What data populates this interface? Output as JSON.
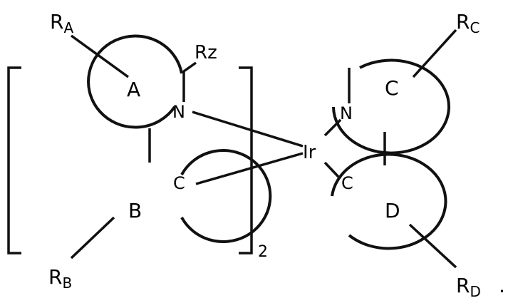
{
  "structure": {
    "rings": {
      "a": "A",
      "b": "B",
      "c": "C",
      "d": "D"
    },
    "atoms": {
      "n_left": "N",
      "c_left": "C",
      "n_right": "N",
      "c_right": "C",
      "metal": "Ir"
    },
    "substituents": {
      "ra_main": "R",
      "ra_sub": "A",
      "rz": "Rz",
      "rb_main": "R",
      "rb_sub": "B",
      "rc_main": "R",
      "rc_sub": "C",
      "rd_main": "R",
      "rd_sub": "D"
    },
    "bracket_subscript": "2",
    "trailing_period": "."
  }
}
